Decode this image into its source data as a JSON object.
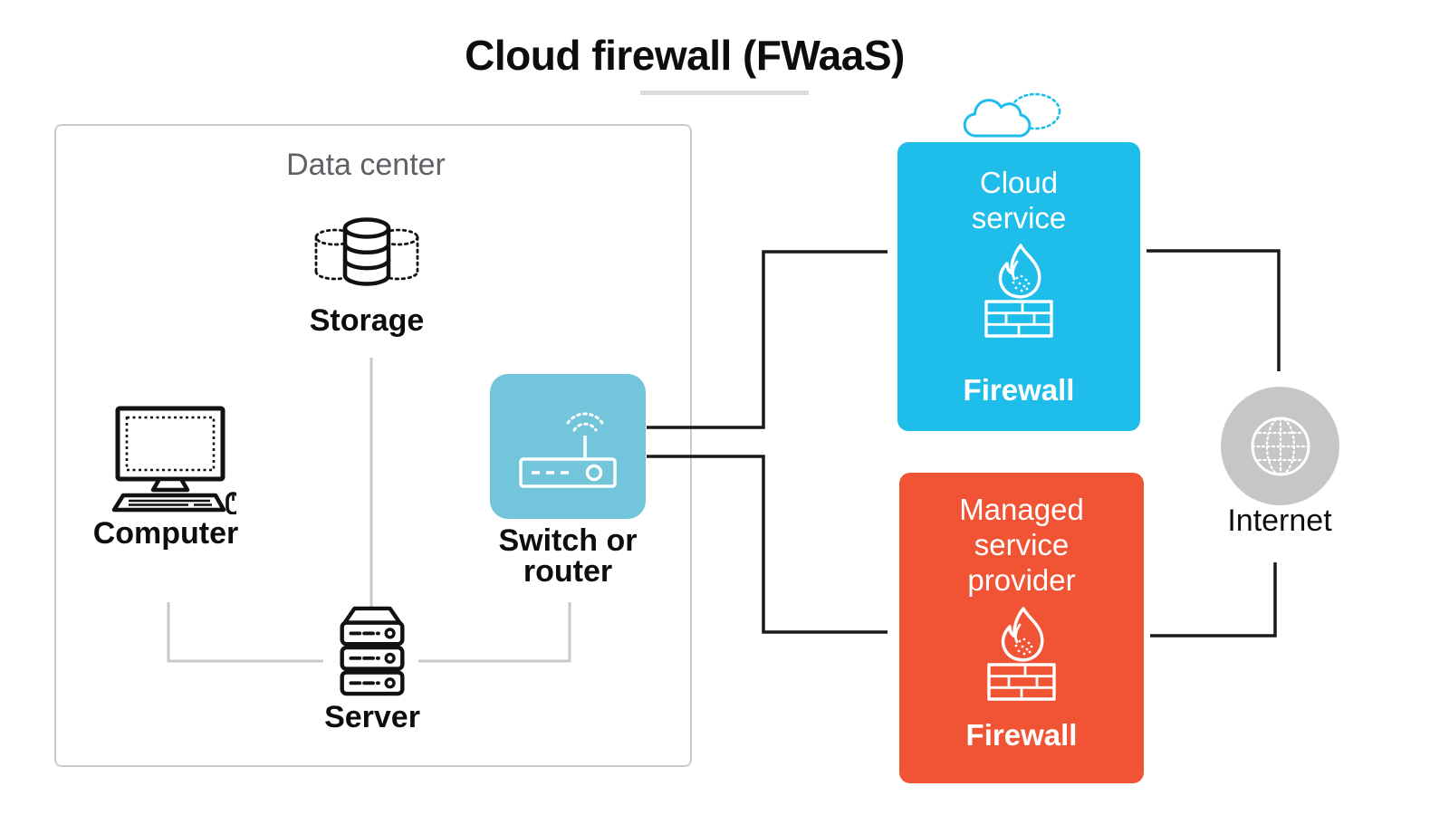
{
  "title": {
    "text": "Cloud firewall (FWaaS)"
  },
  "data_center": {
    "label": "Data center",
    "storage_label": "Storage",
    "computer_label": "Computer",
    "switch_label": "Switch or\nrouter",
    "server_label": "Server"
  },
  "cloud_service": {
    "title": "Cloud\nservice",
    "firewall_label": "Firewall",
    "color": "#1fbdea"
  },
  "managed_provider": {
    "title": "Managed\nservice\nprovider",
    "firewall_label": "Firewall",
    "color": "#f05434"
  },
  "internet": {
    "label": "Internet"
  },
  "colors": {
    "cloud_service_blue": "#1fbdea",
    "managed_provider_orange": "#f05434",
    "switch_teal": "#72c5da",
    "internet_gray": "#c6c6c6",
    "connector_gray": "#c9c9c9",
    "connector_black": "#1a1a1a",
    "underline_gray": "#dcdcdc"
  }
}
